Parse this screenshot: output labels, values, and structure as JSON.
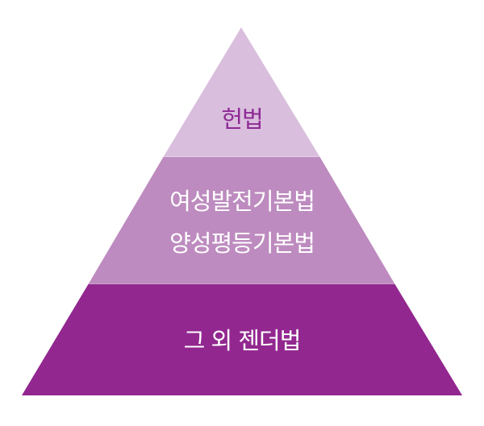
{
  "diagram": {
    "type": "pyramid",
    "tiers": [
      {
        "level": "top",
        "lines": [
          "헌법"
        ],
        "fill": "#d9bedd",
        "text_color": "#8e2a94"
      },
      {
        "level": "middle",
        "lines": [
          "여성발전기본법",
          "양성평등기본법"
        ],
        "fill": "#bd8bbf",
        "text_color": "#ffffff"
      },
      {
        "level": "bottom",
        "lines": [
          "그 외 젠더법"
        ],
        "fill": "#92278f",
        "text_color": "#ffffff"
      }
    ]
  }
}
